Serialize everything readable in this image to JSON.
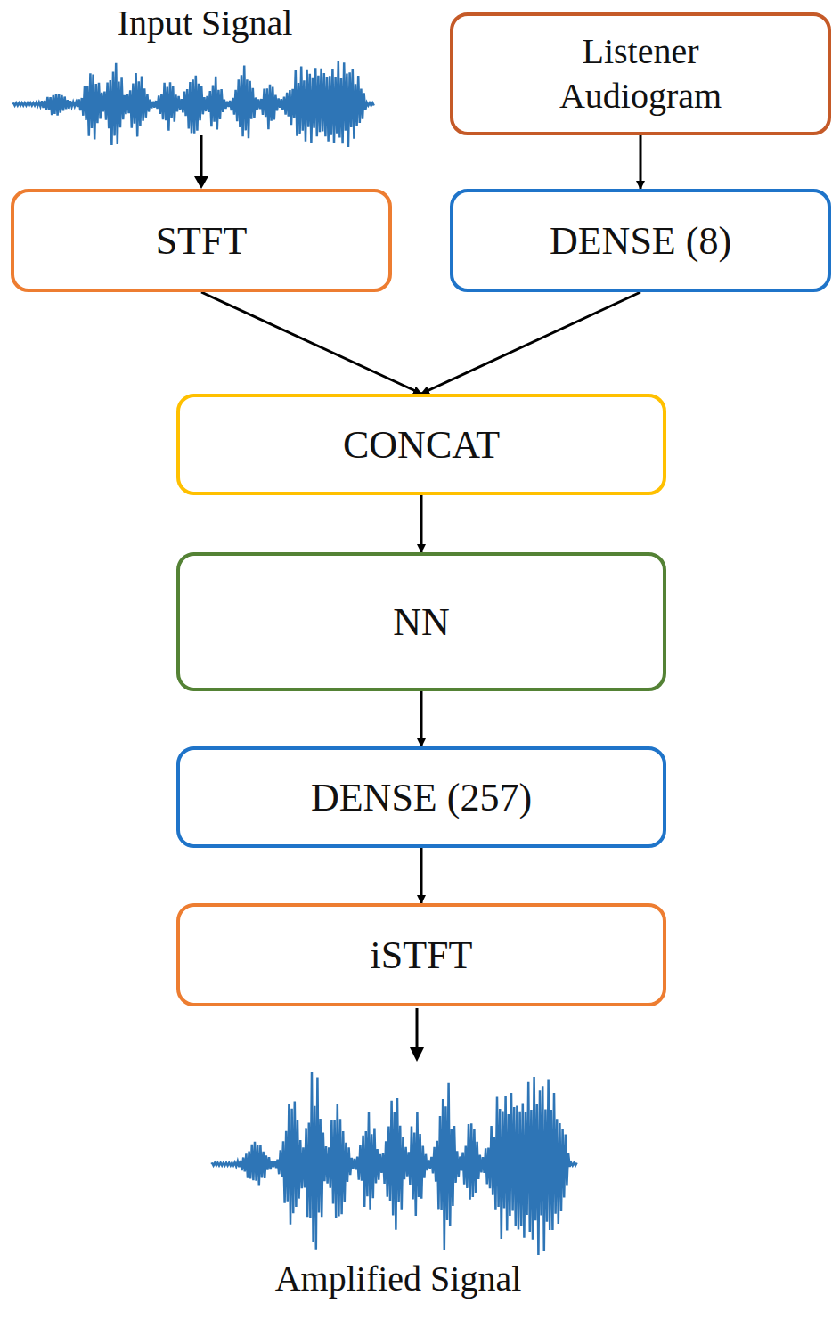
{
  "diagram": {
    "nodes": [
      {
        "text": [
          "Listener Audiogram"
        ]
      },
      {
        "text": [
          "STFT"
        ]
      },
      {
        "text": [
          "DENSE (8)"
        ]
      },
      {
        "text": [
          "CONCAT"
        ]
      },
      {
        "text": [
          "NN"
        ]
      },
      {
        "text": [
          "DENSE (257)"
        ]
      },
      {
        "text": [
          "iSTFT"
        ]
      }
    ],
    "edges": [
      {
        "from": 0,
        "to": 2,
        "arrow": "to"
      },
      {
        "from": 1,
        "to": 3,
        "arrow": "to"
      },
      {
        "from": 2,
        "to": 3,
        "arrow": "to"
      },
      {
        "from": 3,
        "to": 4,
        "arrow": "to"
      },
      {
        "from": 4,
        "to": 5,
        "arrow": "to"
      },
      {
        "from": 5,
        "to": 6,
        "arrow": "to"
      }
    ],
    "labels": [
      "Input Signal",
      "Amplified Signal"
    ]
  }
}
